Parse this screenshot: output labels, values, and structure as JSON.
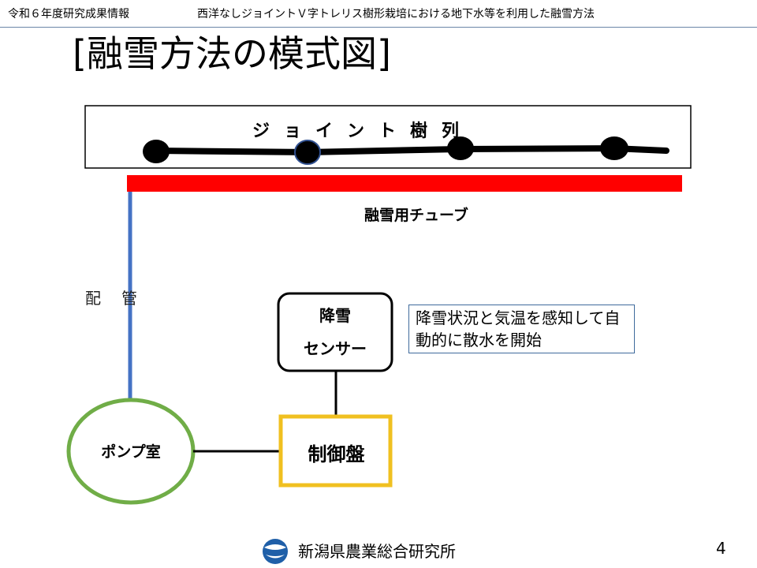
{
  "header": {
    "left": "令和６年度研究成果情報",
    "right": "西洋なしジョイントＶ字トレリス樹形栽培における地下水等を利用した融雪方法"
  },
  "page_title": "[融雪方法の模式図]",
  "diagram": {
    "trees_label": "ジョイント樹列",
    "tube_label": "融雪用チューブ",
    "pipe_label": "配管",
    "sensor_line1": "降雪",
    "sensor_line2": "センサー",
    "panel_label": "制御盤",
    "pump_label": "ポンプ室",
    "note": "降雪状況と気温を感知して自動的に散水を開始"
  },
  "footer": {
    "org_name": "新潟県農業総合研究所",
    "page_number": "4"
  },
  "colors": {
    "tube": "#ff0000",
    "pipe": "#4472c4",
    "pump_ring": "#70ad47",
    "panel_border": "#f0c020",
    "logo": "#1f5fa8",
    "header_rule": "#6b86a8"
  },
  "icons": {
    "logo": "niigata-ag-research-logo-icon",
    "tree": "tree-node-icon"
  }
}
